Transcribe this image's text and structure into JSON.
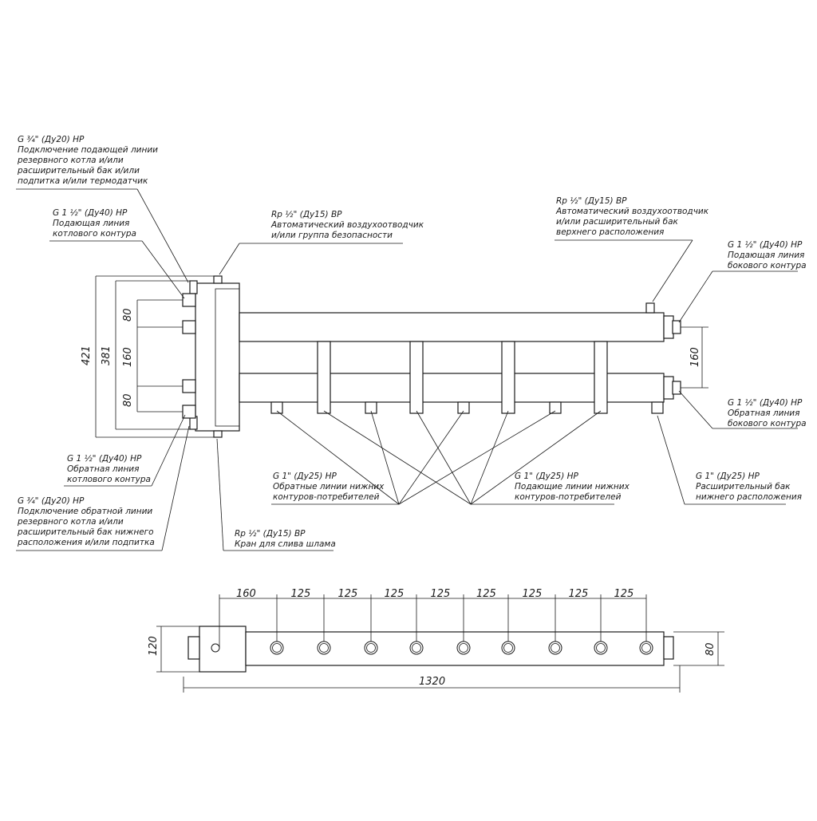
{
  "labels": {
    "boiler_supply_reserve": [
      "G ¾\" (Ду20) НР",
      "Подключение подающей линии",
      "резервного котла и/или",
      "расширительный бак и/или",
      "подпитка и/или термодатчик"
    ],
    "boiler_supply": [
      "G 1 ½\" (Ду40) НР",
      "Подающая линия",
      "котлового контура"
    ],
    "air_vent_safety": [
      "Rp ½\" (Ду15) ВР",
      "Автоматический воздухоотводчик",
      "и/или группа безопасности"
    ],
    "air_vent_top": [
      "Rp ½\" (Ду15) ВР",
      "Автоматический воздухоотводчик",
      "и/или расширительный бак",
      "верхнего расположения"
    ],
    "side_supply": [
      "G 1 ½\" (Ду40) НР",
      "Подающая линия",
      "бокового контура"
    ],
    "side_return": [
      "G 1 ½\" (Ду40) НР",
      "Обратная линия",
      "бокового контура"
    ],
    "boiler_return": [
      "G 1 ½\" (Ду40) НР",
      "Обратная линия",
      "котлового контура"
    ],
    "boiler_return_reserve": [
      "G ¾\" (Ду20) НР",
      "Подключение обратной линии",
      "резервного котла и/или",
      "расширительный бак нижнего",
      "расположения и/или подпитка"
    ],
    "drain_valve": [
      "Rp ½\" (Ду15) ВР",
      "Кран для слива шлама"
    ],
    "consumer_return": [
      "G 1\" (Ду25) НР",
      "Обратные линии нижних",
      "контуров-потребителей"
    ],
    "consumer_supply": [
      "G 1\" (Ду25) НР",
      "Подающие линии нижних",
      "контуров-потребителей"
    ],
    "expansion_bottom": [
      "G 1\" (Ду25) НР",
      "Расширительный бак",
      "нижнего расположения"
    ]
  },
  "dimensions": {
    "height_total": "421",
    "height_inner": "381",
    "gap_top": "80",
    "gap_mid": "160",
    "gap_bottom": "80",
    "right_gap": "160",
    "plan_first": "160",
    "plan_steps": [
      "125",
      "125",
      "125",
      "125",
      "125",
      "125",
      "125",
      "125"
    ],
    "plan_length": "1320",
    "plan_height_left": "120",
    "plan_height_right": "80"
  }
}
